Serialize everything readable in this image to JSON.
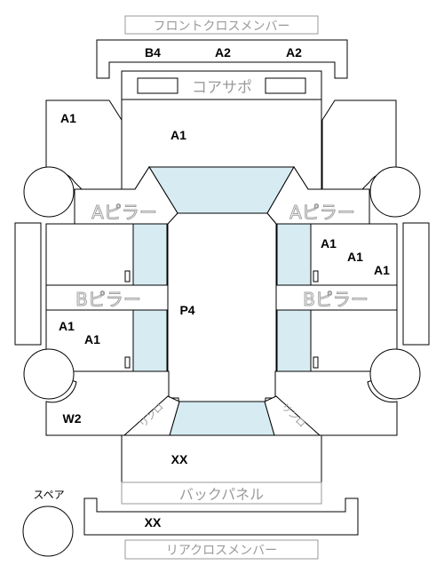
{
  "labels": {
    "front_cross_member": "フロントクロスメンバー",
    "core_support": "コアサポ",
    "a_pillar": "Aピラー",
    "b_pillar": "Bピラー",
    "back_panel": "バックパネル",
    "rear_cross_member": "リアクロスメンバー",
    "spare": "スペア",
    "curved_left": "リンロ",
    "curved_right": "リンロ"
  },
  "grades": {
    "front_member_left": "B4",
    "front_member_mid": "A2",
    "front_member_right": "A2",
    "front_left_fender": "A1",
    "hood": "A1",
    "right_front_door_1": "A1",
    "right_front_door_2": "A1",
    "right_front_door_3": "A1",
    "roof": "P4",
    "left_rear_door_1": "A1",
    "left_rear_door_2": "A1",
    "left_quarter": "W2",
    "trunk": "XX",
    "rear_member": "XX"
  },
  "colors": {
    "glass": "#d6ecf2",
    "outline": "#000000",
    "muted_text": "#9a9a9a"
  }
}
